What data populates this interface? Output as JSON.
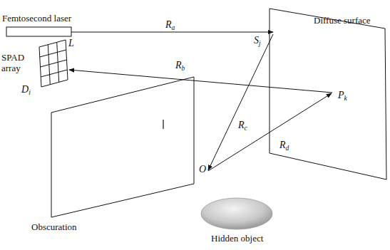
{
  "diagram": {
    "labels": [
      "Femtosecond laser",
      "Ra",
      "Diffuse surface",
      "Sj",
      "L",
      "SPAD array",
      "Rb",
      "Pk",
      "Di",
      "Rc",
      "Rd",
      "O",
      "Obscuration",
      "Hidden object"
    ]
  }
}
